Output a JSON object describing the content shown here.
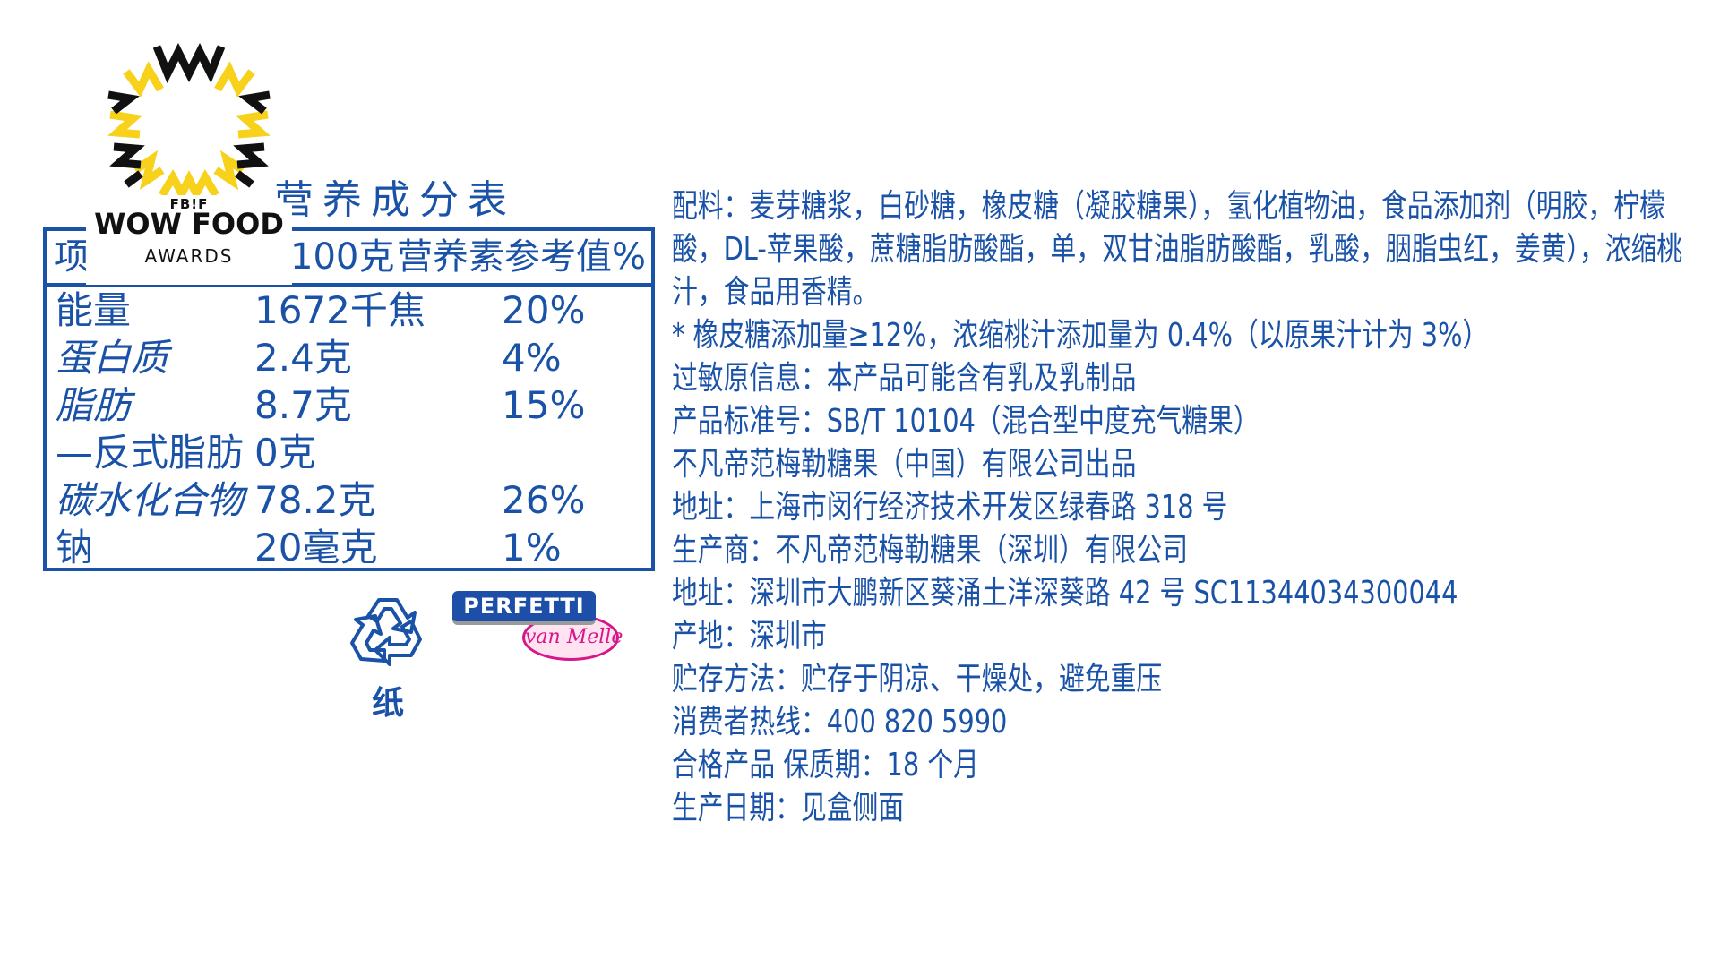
{
  "award": {
    "org": "FB!F",
    "name": "WOW FOOD",
    "sub": "AWARDS",
    "colors": {
      "yellow": "#f8d11a",
      "black": "#111111"
    }
  },
  "nutrition": {
    "title": "营养成分表",
    "headers": {
      "item": "项目",
      "per": "每100克",
      "nrv": "营养素参考值%"
    },
    "rows": [
      {
        "name": "能量",
        "amount": "1672千焦",
        "nrv": "20%"
      },
      {
        "name": "蛋白质",
        "amount": "2.4克",
        "nrv": "4%"
      },
      {
        "name": "脂肪",
        "amount": "8.7克",
        "nrv": "15%"
      },
      {
        "name": "—反式脂肪",
        "amount": "0克",
        "nrv": ""
      },
      {
        "name": "碳水化合物",
        "amount": "78.2克",
        "nrv": "26%"
      },
      {
        "name": "钠",
        "amount": "20毫克",
        "nrv": "1%"
      }
    ]
  },
  "recycle": {
    "icon": "recycle-icon",
    "label": "纸"
  },
  "brand": {
    "top": "PERFETTI",
    "bottom": "van Melle",
    "colors": {
      "blue": "#1e4fa8",
      "pink": "#d6178a"
    }
  },
  "info": {
    "ingredients": "配料：麦芽糖浆，白砂糖，橡皮糖（凝胶糖果），氢化植物油，食品添加剂（明胶，柠檬酸，DL-苹果酸，蔗糖脂肪酸酯，单，双甘油脂肪酸酯，乳酸，胭脂虫红，姜黄），浓缩桃汁，食品用香精。",
    "note": "* 橡皮糖添加量≥12%，浓缩桃汁添加量为 0.4%（以原果汁计为 3%）",
    "allergen": "过敏原信息：本产品可能含有乳及乳制品",
    "standard": "产品标准号：SB/T 10104（混合型中度充气糖果）",
    "producer_brand": "不凡帝范梅勒糖果（中国）有限公司出品",
    "address1": "地址：上海市闵行经济技术开发区绿春路 318 号",
    "manufacturer": "生产商：不凡帝范梅勒糖果（深圳）有限公司",
    "address2": "地址：深圳市大鹏新区葵涌土洋深葵路 42 号 SC11344034300044",
    "origin": "产地：深圳市",
    "storage": "贮存方法：贮存于阴凉、干燥处，避免重压",
    "hotline": "消费者热线：400 820 5990",
    "shelf_life": "合格产品 保质期：18 个月",
    "production_date": "生产日期：见盒侧面"
  },
  "colors": {
    "text": "#1a52a8"
  }
}
